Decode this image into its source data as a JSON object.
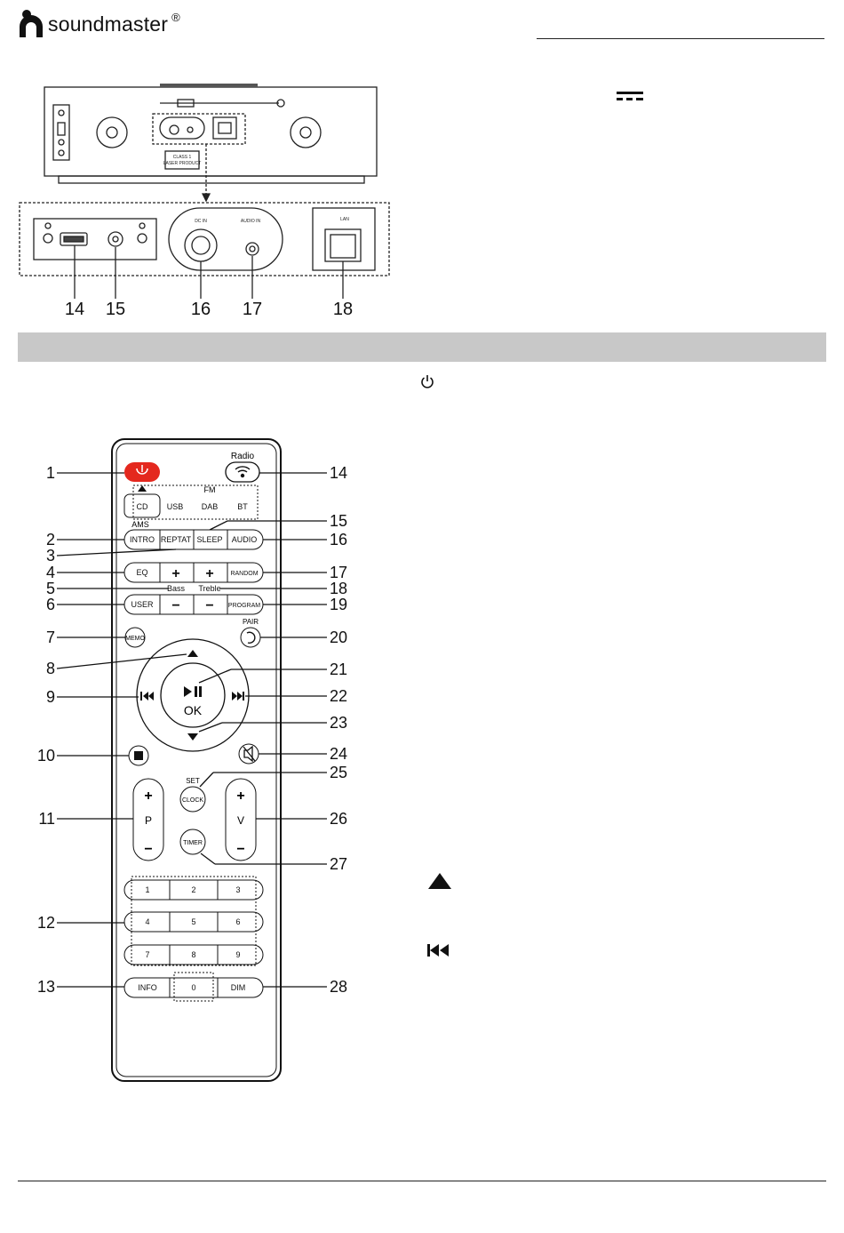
{
  "header": {
    "brand": "soundmaster",
    "registered": "®"
  },
  "rear_panel": {
    "small_labels": {
      "class1": "CLASS 1",
      "laser": "LASER PRODUCT",
      "dc_in": "DC IN",
      "audio_in": "AUDIO IN",
      "lan": "LAN"
    },
    "callouts": [
      "14",
      "15",
      "16",
      "17",
      "18"
    ]
  },
  "remote": {
    "top_labels": {
      "radio": "Radio",
      "fm": "FM",
      "ams": "AMS",
      "pair": "PAIR",
      "set": "SET",
      "bass": "Bass",
      "treble": "Treble"
    },
    "source_buttons": [
      "CD",
      "USB",
      "DAB",
      "BT"
    ],
    "row_ams": [
      "INTRO",
      "REPTAT",
      "SLEEP",
      "AUDIO"
    ],
    "row_eq": [
      "EQ",
      "+",
      "+",
      "RANDOM"
    ],
    "row_user": [
      "USER",
      "−",
      "−",
      "PROGRAM"
    ],
    "memo": "MEMO",
    "ok": "OK",
    "clock": "CLOCK",
    "timer": "TIMER",
    "p": "P",
    "v": "V",
    "plus": "+",
    "minus": "−",
    "keypad": [
      [
        "1",
        "2",
        "3"
      ],
      [
        "4",
        "5",
        "6"
      ],
      [
        "7",
        "8",
        "9"
      ]
    ],
    "bottom_row": [
      "INFO",
      "0",
      "DIM"
    ],
    "left_callouts": [
      "1",
      "2",
      "3",
      "4",
      "5",
      "6",
      "7",
      "8",
      "9",
      "10",
      "11",
      "12",
      "13"
    ],
    "right_callouts": [
      "14",
      "15",
      "16",
      "17",
      "18",
      "19",
      "20",
      "21",
      "22",
      "23",
      "24",
      "25",
      "26",
      "27",
      "28"
    ]
  }
}
